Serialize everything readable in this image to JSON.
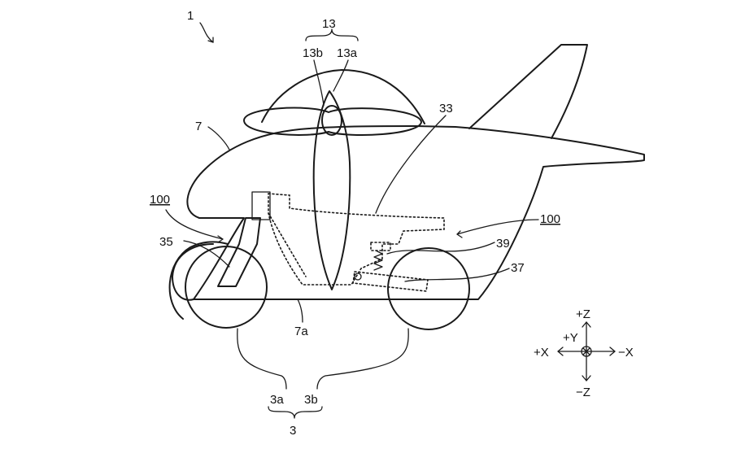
{
  "labels": {
    "device": "1",
    "propeller": "13",
    "blade_b": "13b",
    "blade_a": "13a",
    "body": "7",
    "part_33": "33",
    "ref_100_left": "100",
    "ref_100_right": "100",
    "part_35": "35",
    "part_39": "39",
    "part_37": "37",
    "bottom": "7a",
    "wheel_a": "3a",
    "wheel_b": "3b",
    "wheels": "3"
  },
  "axes": {
    "plus_z": "+Z",
    "minus_z": "−Z",
    "plus_x": "+X",
    "minus_x": "−X",
    "plus_y": "+Y"
  }
}
